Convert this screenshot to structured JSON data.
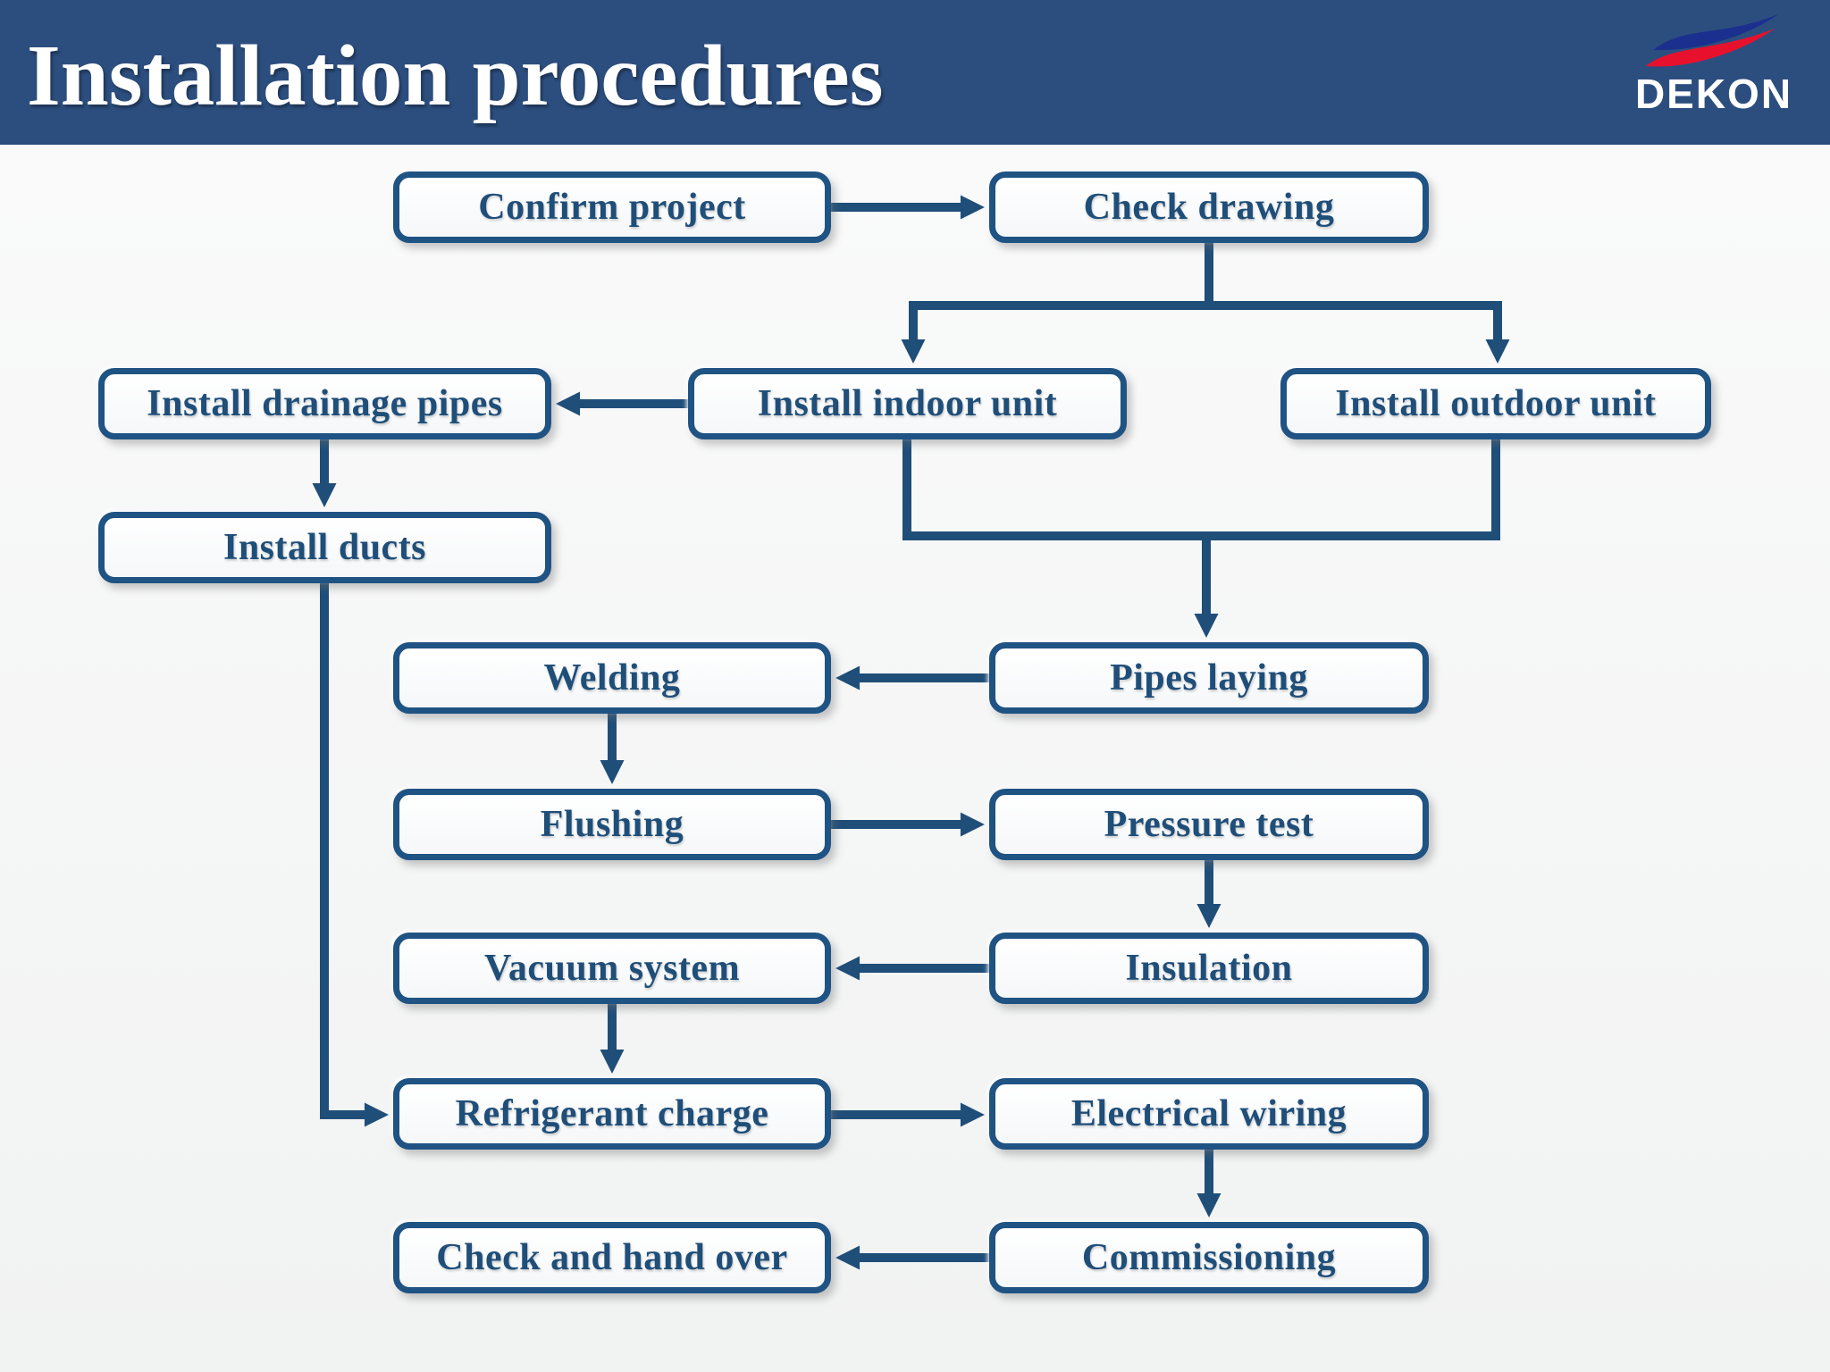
{
  "header": {
    "title": "Installation procedures",
    "logo": {
      "brand": "DEKON"
    }
  },
  "colors": {
    "header_bg": "#2C4E7E",
    "node_border": "#1F5383",
    "node_text": "#1F4E79",
    "arrow": "#1F4E79",
    "logo_red": "#E8112D",
    "logo_blue": "#1B2F8E"
  },
  "flowchart": {
    "nodes": {
      "confirm_project": "Confirm project",
      "check_drawing": "Check drawing",
      "install_drainage": "Install drainage pipes",
      "install_indoor": "Install indoor unit",
      "install_outdoor": "Install outdoor unit",
      "install_ducts": "Install ducts",
      "welding": "Welding",
      "pipes_laying": "Pipes laying",
      "flushing": "Flushing",
      "pressure_test": "Pressure test",
      "vacuum_system": "Vacuum system",
      "insulation": "Insulation",
      "refrigerant_charge": "Refrigerant charge",
      "electrical_wiring": "Electrical wiring",
      "check_hand_over": "Check and hand over",
      "commissioning": "Commissioning"
    },
    "edges": [
      {
        "from": "Confirm project",
        "to": "Check drawing"
      },
      {
        "from": "Check drawing",
        "to": "Install indoor unit"
      },
      {
        "from": "Check drawing",
        "to": "Install outdoor unit"
      },
      {
        "from": "Install indoor unit",
        "to": "Install drainage pipes"
      },
      {
        "from": "Install drainage pipes",
        "to": "Install ducts"
      },
      {
        "from": "Install ducts",
        "to": "Refrigerant charge"
      },
      {
        "from": "Install indoor unit",
        "to": "Pipes laying"
      },
      {
        "from": "Install outdoor unit",
        "to": "Pipes laying"
      },
      {
        "from": "Pipes laying",
        "to": "Welding"
      },
      {
        "from": "Welding",
        "to": "Flushing"
      },
      {
        "from": "Flushing",
        "to": "Pressure test"
      },
      {
        "from": "Pressure test",
        "to": "Insulation"
      },
      {
        "from": "Insulation",
        "to": "Vacuum system"
      },
      {
        "from": "Vacuum system",
        "to": "Refrigerant charge"
      },
      {
        "from": "Refrigerant charge",
        "to": "Electrical wiring"
      },
      {
        "from": "Electrical wiring",
        "to": "Commissioning"
      },
      {
        "from": "Commissioning",
        "to": "Check and hand over"
      }
    ]
  }
}
